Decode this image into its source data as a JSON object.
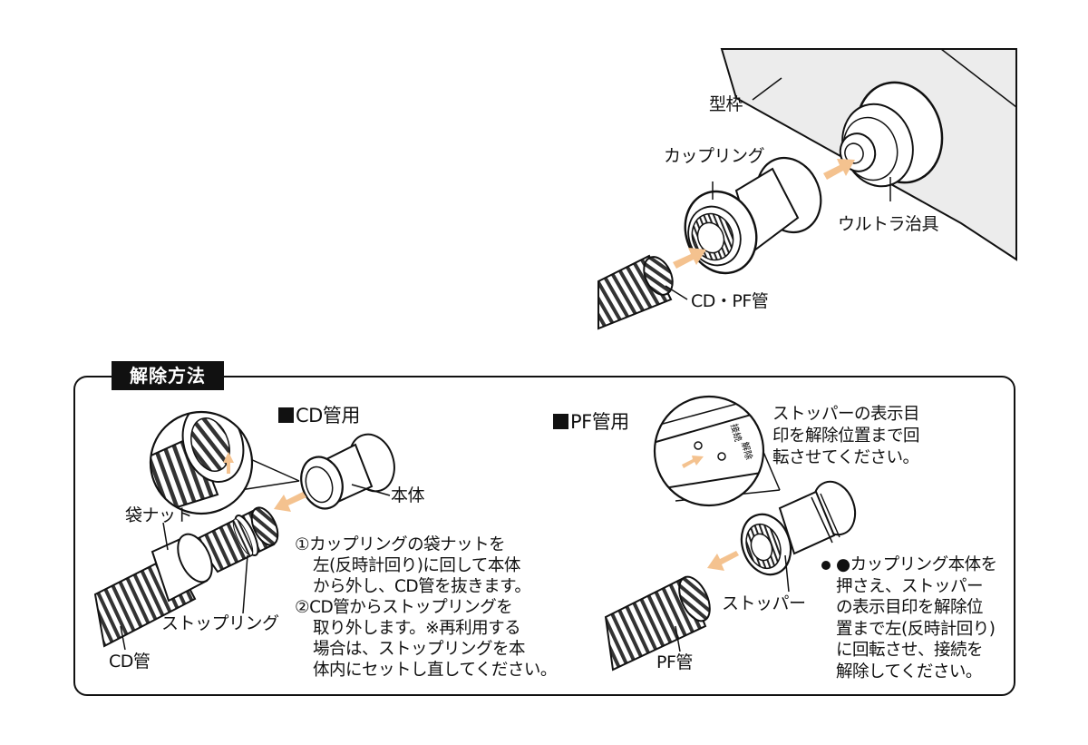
{
  "top_diagram": {
    "frame_label": "型枠",
    "coupling_label": "カップリング",
    "jig_label": "ウルトラ治具",
    "pipe_label": "CD・PF管"
  },
  "release_section": {
    "tab_label": "解除方法",
    "cd": {
      "heading": "CD管用",
      "body_label": "本体",
      "nut_label": "袋ナット",
      "stop_ring_label": "ストップリング",
      "pipe_label": "CD管",
      "instructions": [
        "①カップリングの袋ナットを",
        "左(反時計回り)に回して本体",
        "から外し、CD管を抜きます。",
        "②CD管からストップリングを",
        "取り外します。※再利用する",
        "場合は、ストップリングを本",
        "体内にセットし直してください。"
      ]
    },
    "pf": {
      "heading": "PF管用",
      "indicator_note": [
        "ストッパーの表示目",
        "印を解除位置まで回",
        "転させてください。"
      ],
      "stopper_label": "ストッパー",
      "pipe_label": "PF管",
      "zoom_marks": [
        "接続",
        "解除"
      ],
      "instructions": [
        "●カップリング本体を",
        "押さえ、ストッパー",
        "の表示目印を解除位",
        "置まで左(反時計回り)",
        "に回転させ、接続を",
        "解除してください。"
      ]
    }
  },
  "colors": {
    "arrow": "#f4c28f",
    "frame_fill": "#ececec",
    "ink": "#111111"
  }
}
